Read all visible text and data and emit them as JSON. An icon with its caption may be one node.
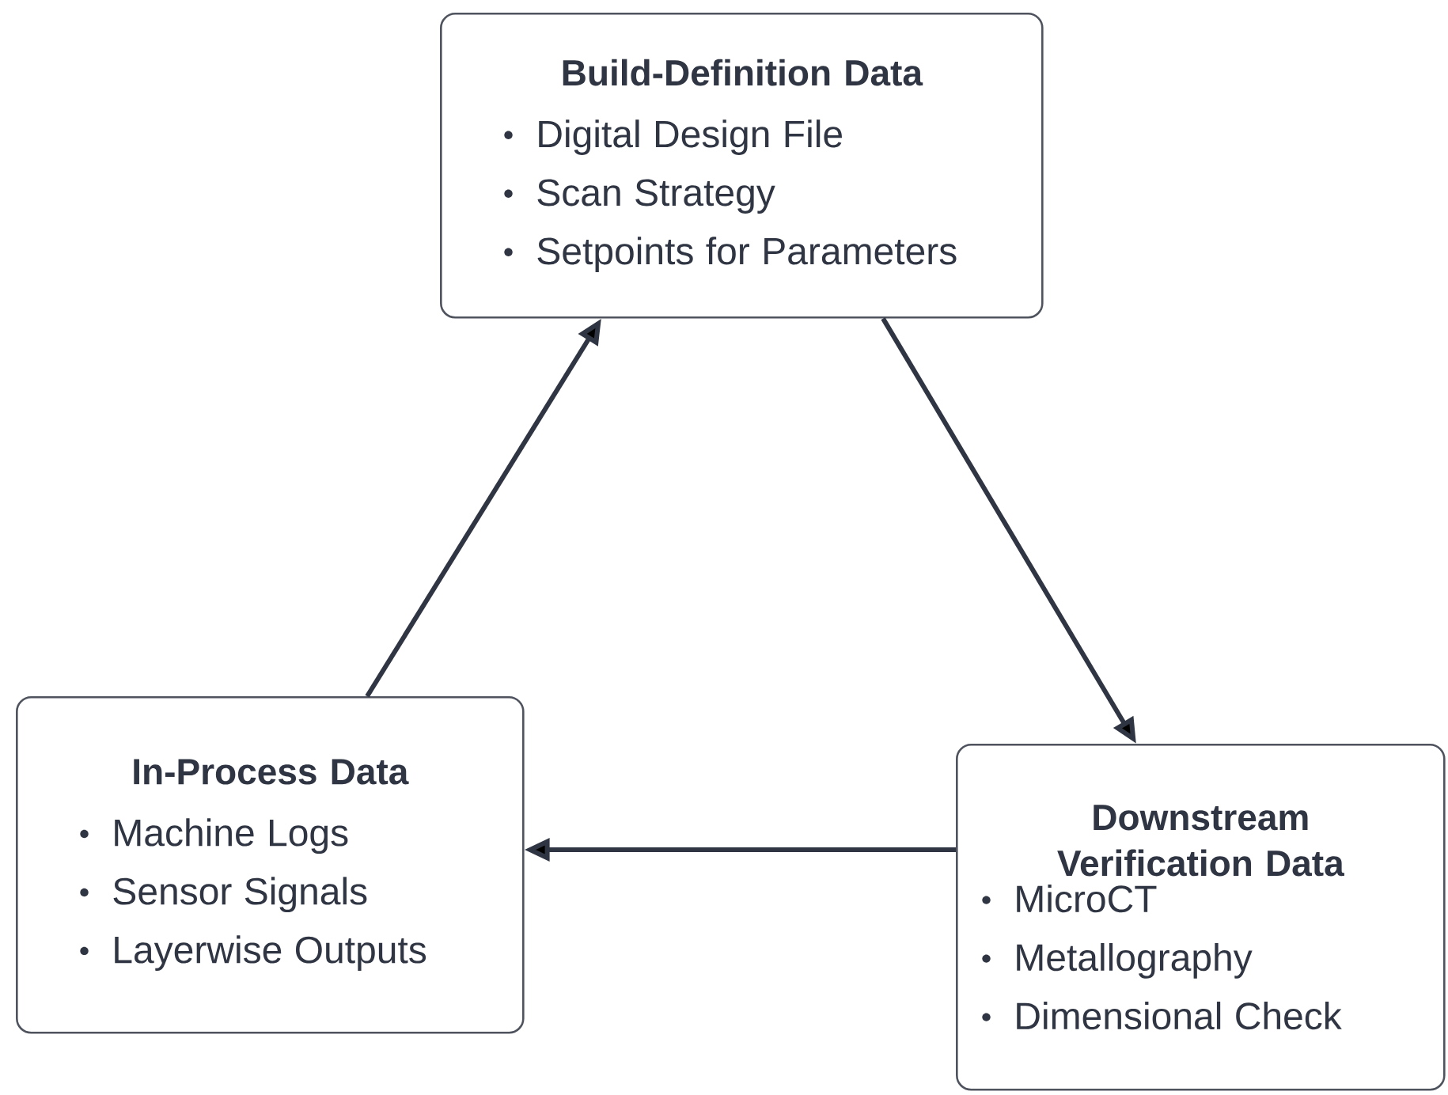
{
  "diagram": {
    "nodes": [
      {
        "text": [
          "Build-Definition Data",
          "Digital Design File",
          "Scan Strategy",
          "Setpoints for Parameters"
        ]
      },
      {
        "text": [
          "In-Process Data",
          "Machine Logs",
          "Sensor Signals",
          "Layerwise Outputs"
        ]
      },
      {
        "text": [
          "Downstream Verification Data",
          "MicroCT",
          "Metallography",
          "Dimensional Check"
        ]
      }
    ],
    "edges": [
      {
        "from": 0,
        "to": 2,
        "arrow": "to"
      },
      {
        "from": 2,
        "to": 1,
        "arrow": "to"
      },
      {
        "from": 1,
        "to": 0,
        "arrow": "to"
      }
    ]
  }
}
